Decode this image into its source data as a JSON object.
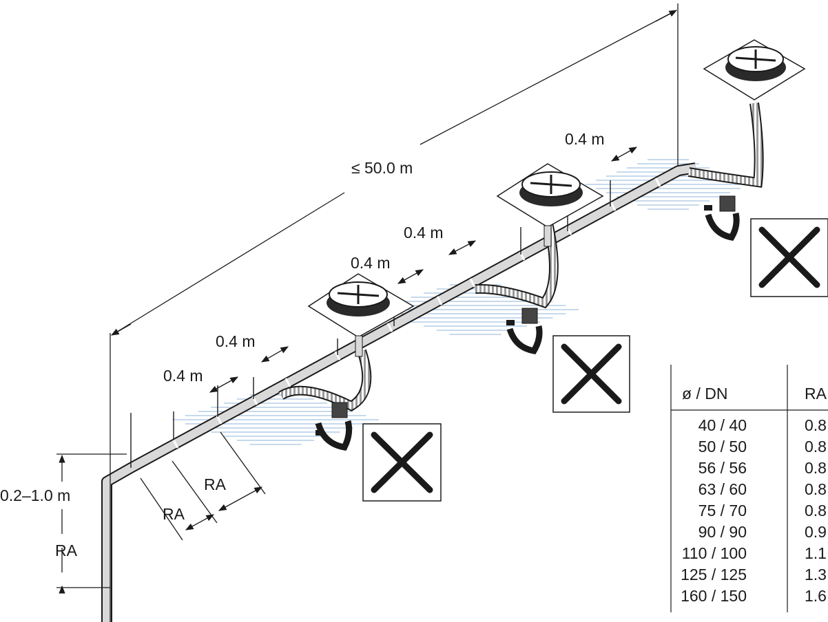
{
  "dimensions": {
    "max_length": "≤ 50.0 m",
    "spacing": "0.4 m",
    "ra": "RA",
    "hanger_height": "0.2–1.0 m"
  },
  "not_allowed_symbol": "cross-icon",
  "table": {
    "headers": [
      "ø / DN",
      "RA"
    ],
    "rows": [
      [
        "40 / 40",
        "0.8"
      ],
      [
        "50 / 50",
        "0.8"
      ],
      [
        "56 / 56",
        "0.8"
      ],
      [
        "63 / 60",
        "0.8"
      ],
      [
        "75 / 70",
        "0.8"
      ],
      [
        "90 / 90",
        "0.9"
      ],
      [
        "110 / 100",
        "1.1"
      ],
      [
        "125 / 125",
        "1.3"
      ],
      [
        "160 / 150",
        "1.6"
      ]
    ]
  },
  "colors": {
    "line": "#1a1a1a",
    "pipe_fill": "#d9d9d9",
    "hatch": "#8fb3d9"
  }
}
